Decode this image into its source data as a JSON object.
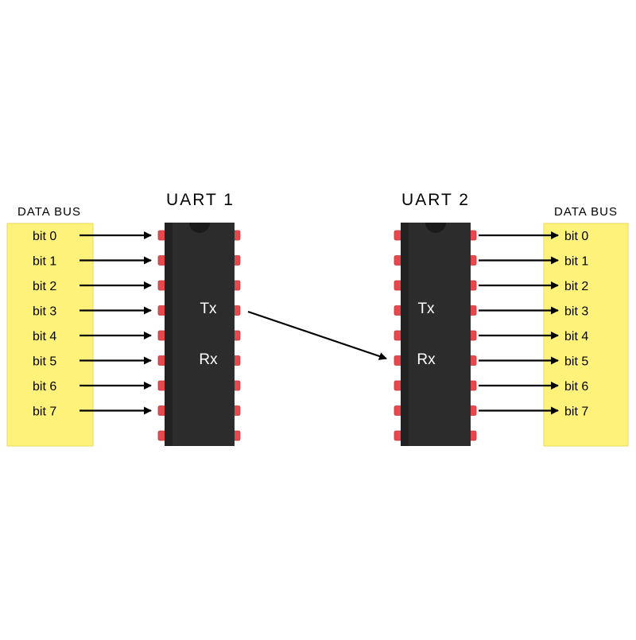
{
  "left_bus": {
    "label": "DATA BUS",
    "bits": [
      "bit 0",
      "bit 1",
      "bit 2",
      "bit 3",
      "bit 4",
      "bit 5",
      "bit 6",
      "bit 7"
    ]
  },
  "right_bus": {
    "label": "DATA BUS",
    "bits": [
      "bit 0",
      "bit 1",
      "bit 2",
      "bit 3",
      "bit 4",
      "bit 5",
      "bit 6",
      "bit 7"
    ]
  },
  "uart1": {
    "title": "UART 1",
    "tx": "Tx",
    "rx": "Rx"
  },
  "uart2": {
    "title": "UART 2",
    "tx": "Tx",
    "rx": "Rx"
  },
  "colors": {
    "bus_fill": "#fff27a",
    "chip_body": "#2c2c2c",
    "pin": "#e5484d",
    "arrow": "#000000",
    "chip_text": "#ffffff"
  }
}
